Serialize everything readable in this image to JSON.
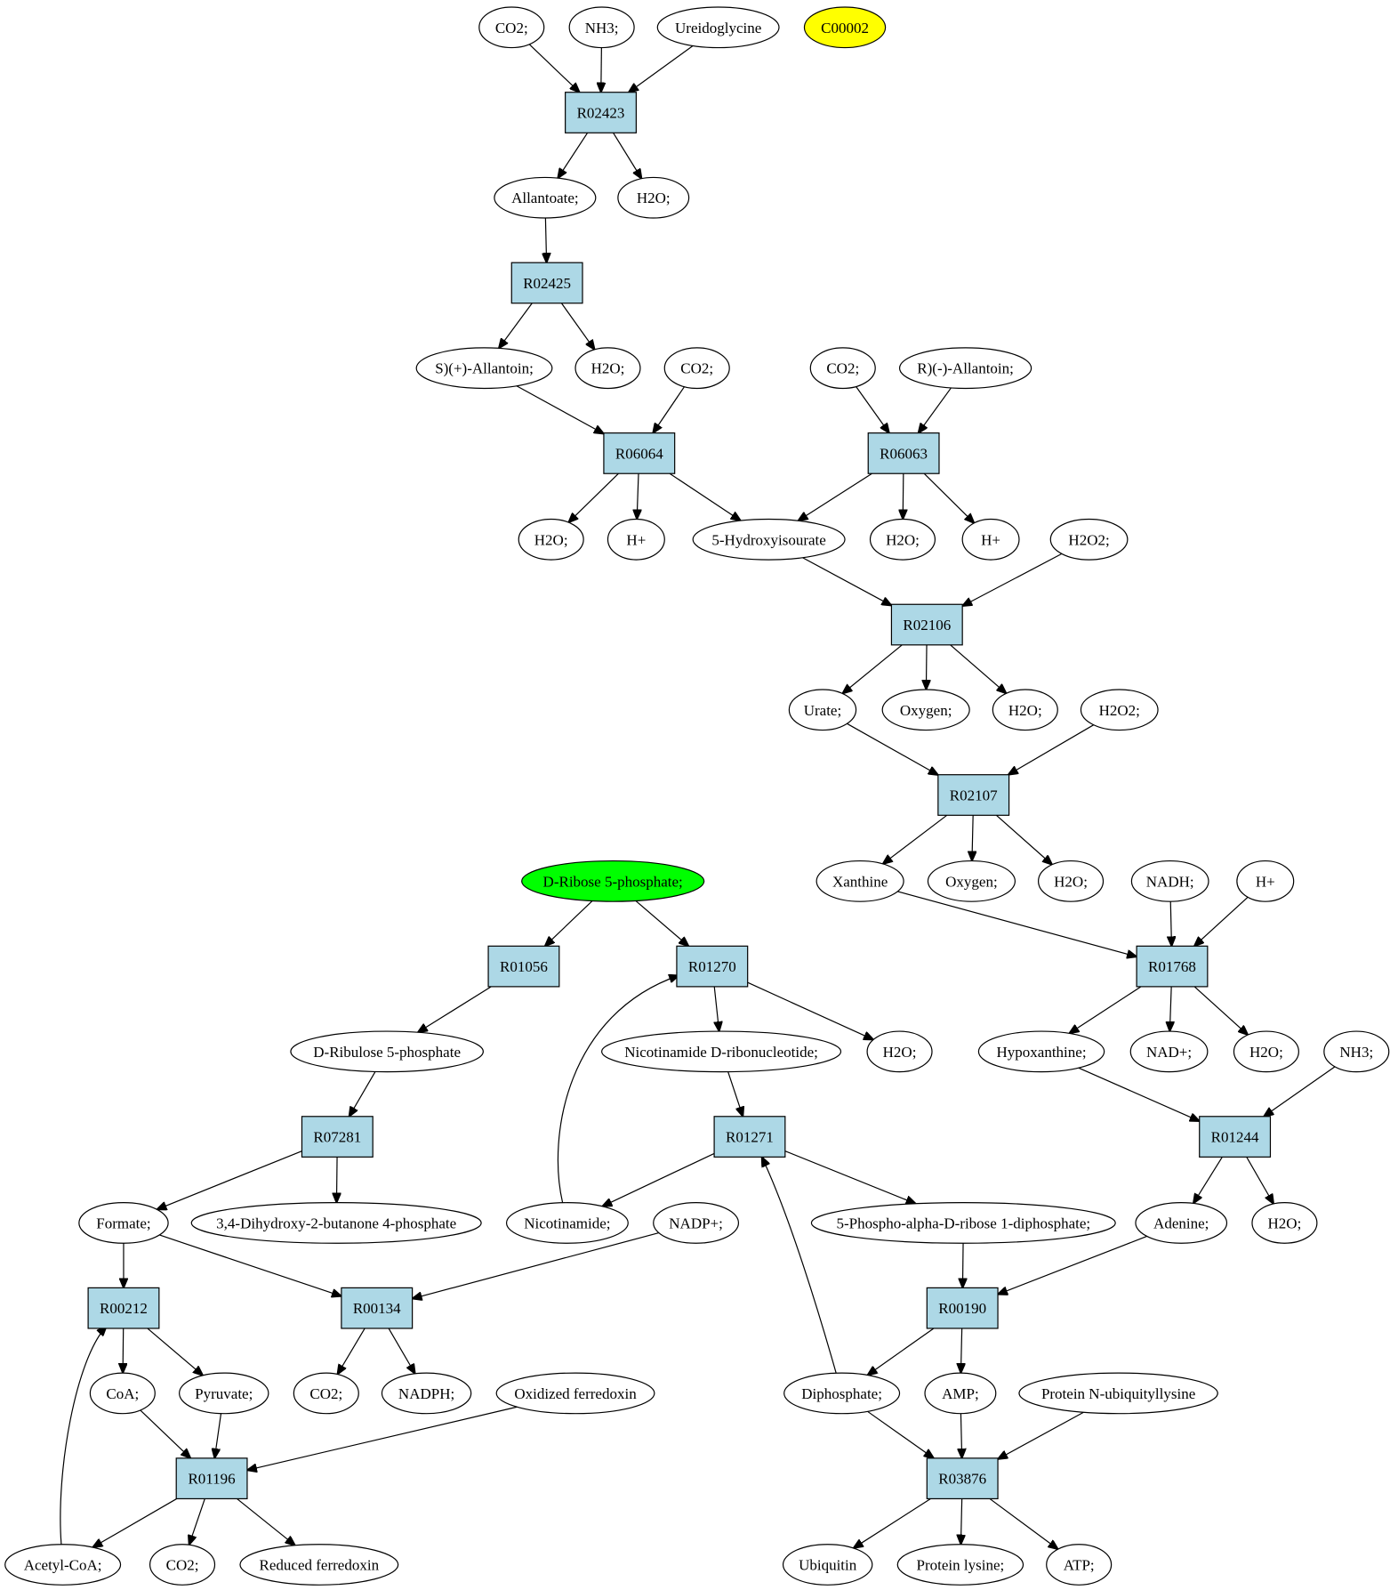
{
  "colors": {
    "reaction_fill": "#add8e6",
    "compound_fill": "#ffffff",
    "start_fill": "#00ff00",
    "target_fill": "#ffff00",
    "stroke": "#000000"
  },
  "nodes": [
    {
      "id": "co2_a",
      "kind": "compound",
      "label": "CO2;"
    },
    {
      "id": "nh3_a",
      "kind": "compound",
      "label": "NH3;"
    },
    {
      "id": "ureidoglycine",
      "kind": "compound",
      "label": "Ureidoglycine"
    },
    {
      "id": "c00002",
      "kind": "target",
      "label": "C00002"
    },
    {
      "id": "r02423",
      "kind": "reaction",
      "label": "R02423"
    },
    {
      "id": "allantoate",
      "kind": "compound",
      "label": "Allantoate;"
    },
    {
      "id": "h2o_a",
      "kind": "compound",
      "label": "H2O;"
    },
    {
      "id": "r02425",
      "kind": "reaction",
      "label": "R02425"
    },
    {
      "id": "s_allantoin",
      "kind": "compound",
      "label": "S)(+)-Allantoin;"
    },
    {
      "id": "h2o_b",
      "kind": "compound",
      "label": "H2O;"
    },
    {
      "id": "co2_b",
      "kind": "compound",
      "label": "CO2;"
    },
    {
      "id": "co2_c",
      "kind": "compound",
      "label": "CO2;"
    },
    {
      "id": "r_allantoin",
      "kind": "compound",
      "label": "R)(-)-Allantoin;"
    },
    {
      "id": "r06064",
      "kind": "reaction",
      "label": "R06064"
    },
    {
      "id": "r06063",
      "kind": "reaction",
      "label": "R06063"
    },
    {
      "id": "h2o_c",
      "kind": "compound",
      "label": "H2O;"
    },
    {
      "id": "hplus_a",
      "kind": "compound",
      "label": "H+"
    },
    {
      "id": "hydroxyisourate",
      "kind": "compound",
      "label": "5-Hydroxyisourate"
    },
    {
      "id": "h2o_d",
      "kind": "compound",
      "label": "H2O;"
    },
    {
      "id": "hplus_b",
      "kind": "compound",
      "label": "H+"
    },
    {
      "id": "h2o2_a",
      "kind": "compound",
      "label": "H2O2;"
    },
    {
      "id": "r02106",
      "kind": "reaction",
      "label": "R02106"
    },
    {
      "id": "urate",
      "kind": "compound",
      "label": "Urate;"
    },
    {
      "id": "oxygen_a",
      "kind": "compound",
      "label": "Oxygen;"
    },
    {
      "id": "h2o_e",
      "kind": "compound",
      "label": "H2O;"
    },
    {
      "id": "h2o2_b",
      "kind": "compound",
      "label": "H2O2;"
    },
    {
      "id": "r02107",
      "kind": "reaction",
      "label": "R02107"
    },
    {
      "id": "xanthine",
      "kind": "compound",
      "label": "Xanthine"
    },
    {
      "id": "oxygen_b",
      "kind": "compound",
      "label": "Oxygen;"
    },
    {
      "id": "h2o_f",
      "kind": "compound",
      "label": "H2O;"
    },
    {
      "id": "nadh",
      "kind": "compound",
      "label": "NADH;"
    },
    {
      "id": "hplus_c",
      "kind": "compound",
      "label": "H+"
    },
    {
      "id": "ribose5p",
      "kind": "start",
      "label": "D-Ribose 5-phosphate;"
    },
    {
      "id": "r01056",
      "kind": "reaction",
      "label": "R01056"
    },
    {
      "id": "r01270",
      "kind": "reaction",
      "label": "R01270"
    },
    {
      "id": "r01768",
      "kind": "reaction",
      "label": "R01768"
    },
    {
      "id": "ribulose5p",
      "kind": "compound",
      "label": "D-Ribulose 5-phosphate"
    },
    {
      "id": "nmn",
      "kind": "compound",
      "label": "Nicotinamide D-ribonucleotide;"
    },
    {
      "id": "h2o_g",
      "kind": "compound",
      "label": "H2O;"
    },
    {
      "id": "hypoxanthine",
      "kind": "compound",
      "label": "Hypoxanthine;"
    },
    {
      "id": "nadplus",
      "kind": "compound",
      "label": "NAD+;"
    },
    {
      "id": "h2o_h",
      "kind": "compound",
      "label": "H2O;"
    },
    {
      "id": "nh3_b",
      "kind": "compound",
      "label": "NH3;"
    },
    {
      "id": "r07281",
      "kind": "reaction",
      "label": "R07281"
    },
    {
      "id": "r01271",
      "kind": "reaction",
      "label": "R01271"
    },
    {
      "id": "r01244",
      "kind": "reaction",
      "label": "R01244"
    },
    {
      "id": "formate",
      "kind": "compound",
      "label": "Formate;"
    },
    {
      "id": "dhbp",
      "kind": "compound",
      "label": "3,4-Dihydroxy-2-butanone 4-phosphate"
    },
    {
      "id": "nicotinamide",
      "kind": "compound",
      "label": "Nicotinamide;"
    },
    {
      "id": "nadpplus",
      "kind": "compound",
      "label": "NADP+;"
    },
    {
      "id": "prpp",
      "kind": "compound",
      "label": "5-Phospho-alpha-D-ribose 1-diphosphate;"
    },
    {
      "id": "adenine",
      "kind": "compound",
      "label": "Adenine;"
    },
    {
      "id": "h2o_i",
      "kind": "compound",
      "label": "H2O;"
    },
    {
      "id": "r00212",
      "kind": "reaction",
      "label": "R00212"
    },
    {
      "id": "r00134",
      "kind": "reaction",
      "label": "R00134"
    },
    {
      "id": "r00190",
      "kind": "reaction",
      "label": "R00190"
    },
    {
      "id": "coa",
      "kind": "compound",
      "label": "CoA;"
    },
    {
      "id": "pyruvate",
      "kind": "compound",
      "label": "Pyruvate;"
    },
    {
      "id": "co2_d",
      "kind": "compound",
      "label": "CO2;"
    },
    {
      "id": "nadph",
      "kind": "compound",
      "label": "NADPH;"
    },
    {
      "id": "oxfd",
      "kind": "compound",
      "label": "Oxidized ferredoxin"
    },
    {
      "id": "diphosphate",
      "kind": "compound",
      "label": "Diphosphate;"
    },
    {
      "id": "amp",
      "kind": "compound",
      "label": "AMP;"
    },
    {
      "id": "pnul",
      "kind": "compound",
      "label": "Protein N-ubiquityllysine"
    },
    {
      "id": "r01196",
      "kind": "reaction",
      "label": "R01196"
    },
    {
      "id": "r03876",
      "kind": "reaction",
      "label": "R03876"
    },
    {
      "id": "acetylcoa",
      "kind": "compound",
      "label": "Acetyl-CoA;"
    },
    {
      "id": "co2_e",
      "kind": "compound",
      "label": "CO2;"
    },
    {
      "id": "redfd",
      "kind": "compound",
      "label": "Reduced ferredoxin"
    },
    {
      "id": "ubiquitin",
      "kind": "compound",
      "label": "Ubiquitin"
    },
    {
      "id": "proteinlysine",
      "kind": "compound",
      "label": "Protein lysine;"
    },
    {
      "id": "atp",
      "kind": "compound",
      "label": "ATP;"
    }
  ],
  "edges": [
    [
      "co2_a",
      "r02423"
    ],
    [
      "nh3_a",
      "r02423"
    ],
    [
      "ureidoglycine",
      "r02423"
    ],
    [
      "r02423",
      "allantoate"
    ],
    [
      "r02423",
      "h2o_a"
    ],
    [
      "allantoate",
      "r02425"
    ],
    [
      "r02425",
      "s_allantoin"
    ],
    [
      "r02425",
      "h2o_b"
    ],
    [
      "s_allantoin",
      "r06064"
    ],
    [
      "co2_b",
      "r06064"
    ],
    [
      "co2_c",
      "r06063"
    ],
    [
      "r_allantoin",
      "r06063"
    ],
    [
      "r06064",
      "h2o_c"
    ],
    [
      "r06064",
      "hplus_a"
    ],
    [
      "r06064",
      "hydroxyisourate"
    ],
    [
      "r06063",
      "hydroxyisourate"
    ],
    [
      "r06063",
      "h2o_d"
    ],
    [
      "r06063",
      "hplus_b"
    ],
    [
      "hydroxyisourate",
      "r02106"
    ],
    [
      "h2o2_a",
      "r02106"
    ],
    [
      "r02106",
      "urate"
    ],
    [
      "r02106",
      "oxygen_a"
    ],
    [
      "r02106",
      "h2o_e"
    ],
    [
      "urate",
      "r02107"
    ],
    [
      "h2o2_b",
      "r02107"
    ],
    [
      "r02107",
      "xanthine"
    ],
    [
      "r02107",
      "oxygen_b"
    ],
    [
      "r02107",
      "h2o_f"
    ],
    [
      "xanthine",
      "r01768"
    ],
    [
      "nadh",
      "r01768"
    ],
    [
      "hplus_c",
      "r01768"
    ],
    [
      "r01768",
      "hypoxanthine"
    ],
    [
      "r01768",
      "nadplus"
    ],
    [
      "r01768",
      "h2o_h"
    ],
    [
      "hypoxanthine",
      "r01244"
    ],
    [
      "nh3_b",
      "r01244"
    ],
    [
      "r01244",
      "adenine"
    ],
    [
      "r01244",
      "h2o_i"
    ],
    [
      "ribose5p",
      "r01056"
    ],
    [
      "ribose5p",
      "r01270"
    ],
    [
      "r01056",
      "ribulose5p"
    ],
    [
      "r01270",
      "nmn"
    ],
    [
      "r01270",
      "h2o_g"
    ],
    [
      "ribulose5p",
      "r07281"
    ],
    [
      "r07281",
      "formate"
    ],
    [
      "r07281",
      "dhbp"
    ],
    [
      "nmn",
      "r01271"
    ],
    [
      "r01271",
      "nicotinamide"
    ],
    [
      "r01271",
      "prpp"
    ],
    [
      "nicotinamide",
      "r01270"
    ],
    [
      "formate",
      "r00212"
    ],
    [
      "formate",
      "r00134"
    ],
    [
      "nadpplus",
      "r00134"
    ],
    [
      "prpp",
      "r00190"
    ],
    [
      "adenine",
      "r00190"
    ],
    [
      "r00212",
      "coa"
    ],
    [
      "r00212",
      "pyruvate"
    ],
    [
      "r00134",
      "co2_d"
    ],
    [
      "r00134",
      "nadph"
    ],
    [
      "r00190",
      "diphosphate"
    ],
    [
      "r00190",
      "amp"
    ],
    [
      "diphosphate",
      "r01271"
    ],
    [
      "coa",
      "r01196"
    ],
    [
      "pyruvate",
      "r01196"
    ],
    [
      "oxfd",
      "r01196"
    ],
    [
      "diphosphate",
      "r03876"
    ],
    [
      "amp",
      "r03876"
    ],
    [
      "pnul",
      "r03876"
    ],
    [
      "r01196",
      "acetylcoa"
    ],
    [
      "r01196",
      "co2_e"
    ],
    [
      "r01196",
      "redfd"
    ],
    [
      "acetylcoa",
      "r00212"
    ],
    [
      "r03876",
      "ubiquitin"
    ],
    [
      "r03876",
      "proteinlysine"
    ],
    [
      "r03876",
      "atp"
    ]
  ]
}
